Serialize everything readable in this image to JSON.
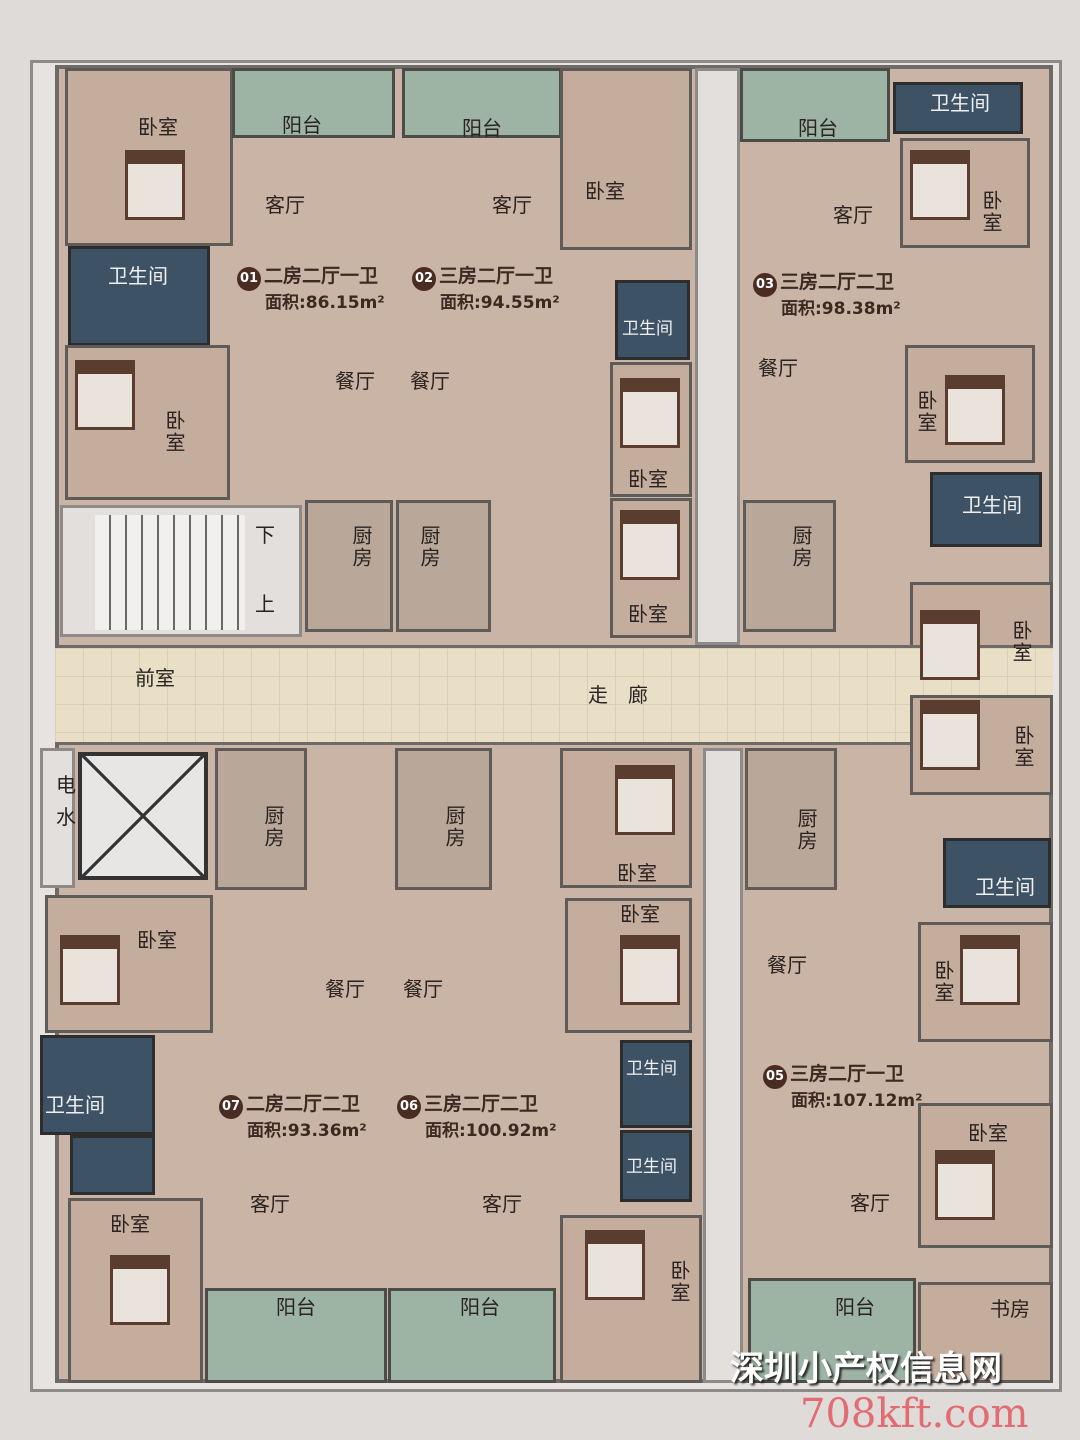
{
  "corridor": {
    "label": "走　廊",
    "anteroom": "前室"
  },
  "stairs": {
    "down": "下",
    "up": "上"
  },
  "utility": {
    "electric": "电",
    "water": "水"
  },
  "units": [
    {
      "num": "01",
      "type": "二房二厅一卫",
      "area": "面积:86.15m²"
    },
    {
      "num": "02",
      "type": "三房二厅一卫",
      "area": "面积:94.55m²"
    },
    {
      "num": "03",
      "type": "三房二厅二卫",
      "area": "面积:98.38m²"
    },
    {
      "num": "07",
      "type": "二房二厅二卫",
      "area": "面积:93.36m²"
    },
    {
      "num": "06",
      "type": "三房二厅二卫",
      "area": "面积:100.92m²"
    },
    {
      "num": "05",
      "type": "三房二厅一卫",
      "area": "面积:107.12m²"
    }
  ],
  "rooms": {
    "bedroom": "卧室",
    "balcony": "阳台",
    "living": "客厅",
    "dining": "餐厅",
    "bath": "卫生间",
    "kitchen": "厨房",
    "study": "书房"
  },
  "watermark": {
    "cn": "深圳小产权信息网",
    "url": "708kft.com"
  }
}
